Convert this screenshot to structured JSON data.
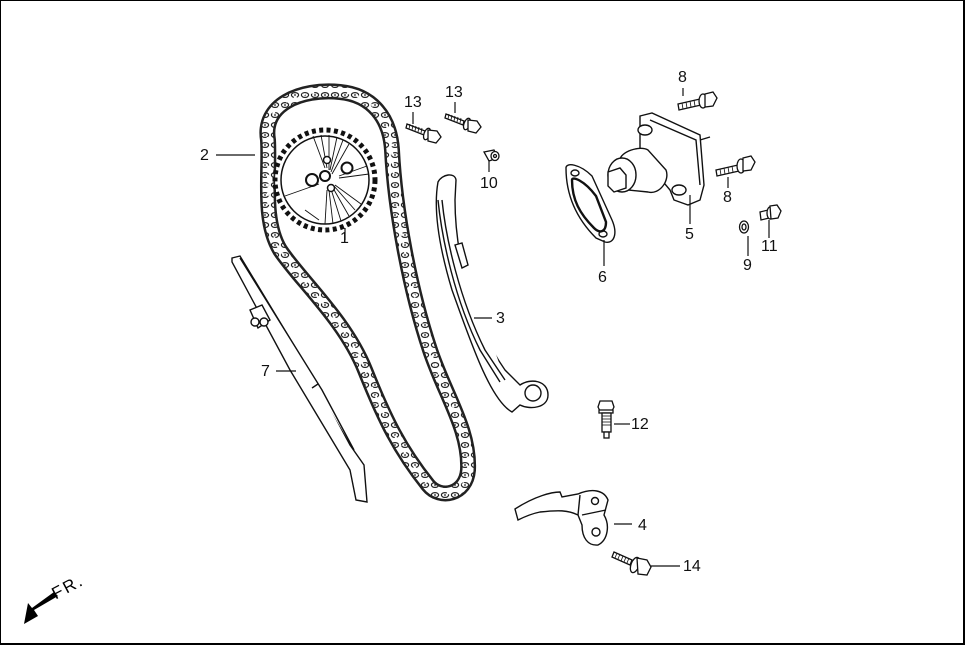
{
  "diagram": {
    "type": "exploded-parts-diagram",
    "subject": "cam chain / timing chain assembly",
    "direction_indicator": {
      "label": "FR.",
      "icon": "arrow-front-icon"
    },
    "colors": {
      "line": "#1a1a1a",
      "background": "#ffffff",
      "frame": "#000000"
    }
  },
  "callouts": [
    {
      "number": "1",
      "part": "cam sprocket"
    },
    {
      "number": "2",
      "part": "cam chain"
    },
    {
      "number": "3",
      "part": "chain tensioner slipper"
    },
    {
      "number": "4",
      "part": "chain guide stopper plate"
    },
    {
      "number": "5",
      "part": "cam chain tensioner lifter"
    },
    {
      "number": "6",
      "part": "tensioner gasket"
    },
    {
      "number": "7",
      "part": "chain guide"
    },
    {
      "number": "8",
      "part": "flange bolt (tensioner)"
    },
    {
      "number": "8b",
      "part": "flange bolt (tensioner)"
    },
    {
      "number": "9",
      "part": "sealing washer"
    },
    {
      "number": "10",
      "part": "collar / dowel pin"
    },
    {
      "number": "11",
      "part": "sealing bolt"
    },
    {
      "number": "12",
      "part": "pivot bolt"
    },
    {
      "number": "13",
      "part": "sprocket bolt"
    },
    {
      "number": "13b",
      "part": "sprocket bolt"
    },
    {
      "number": "14",
      "part": "flange bolt"
    }
  ],
  "labels": {
    "c1": "1",
    "c2": "2",
    "c3": "3",
    "c4": "4",
    "c5": "5",
    "c6": "6",
    "c7": "7",
    "c8a": "8",
    "c8b": "8",
    "c9": "9",
    "c10": "10",
    "c11": "11",
    "c12": "12",
    "c13a": "13",
    "c13b": "13",
    "c14": "14",
    "fr": "FR."
  }
}
